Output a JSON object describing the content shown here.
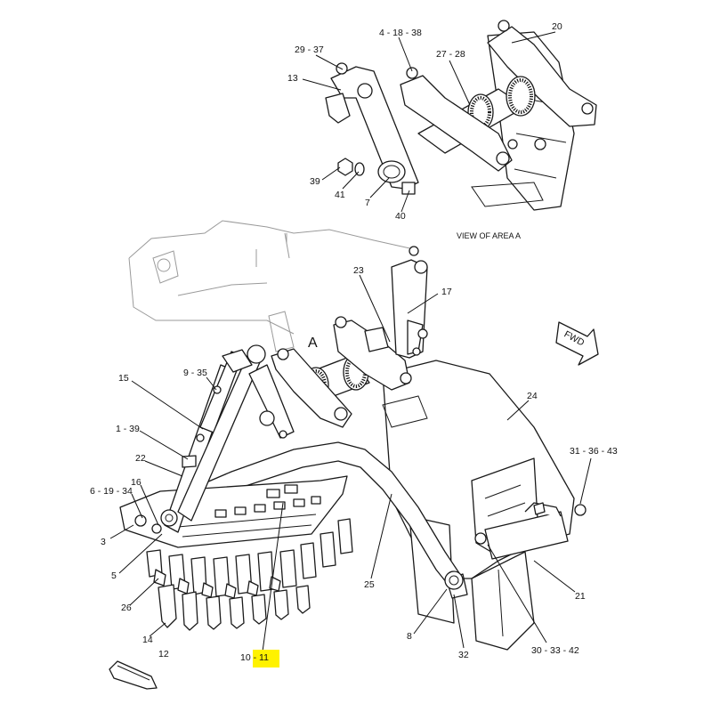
{
  "diagram": {
    "view_caption": "VIEW OF AREA  A",
    "area_marker": "A",
    "direction_marker": "FWD",
    "highlight_color": "#fff200",
    "callouts": {
      "c_29_37": "29 - 37",
      "c_4_18_38": "4 - 18 - 38",
      "c_20": "20",
      "c_13": "13",
      "c_27_28": "27 - 28",
      "c_39": "39",
      "c_41": "41",
      "c_7": "7",
      "c_40": "40",
      "c_23": "23",
      "c_17": "17",
      "c_9_35": "9 - 35",
      "c_15": "15",
      "c_24": "24",
      "c_1_39": "1 - 39",
      "c_22": "22",
      "c_31_36_43": "31 - 36 - 43",
      "c_16": "16",
      "c_6_19_34": "6 - 19 - 34",
      "c_3": "3",
      "c_5": "5",
      "c_25": "25",
      "c_21": "21",
      "c_26": "26",
      "c_14": "14",
      "c_8": "8",
      "c_32": "32",
      "c_30_33_42": "30 - 33 - 42",
      "c_12": "12",
      "c_10_11": "10 - 11"
    }
  }
}
